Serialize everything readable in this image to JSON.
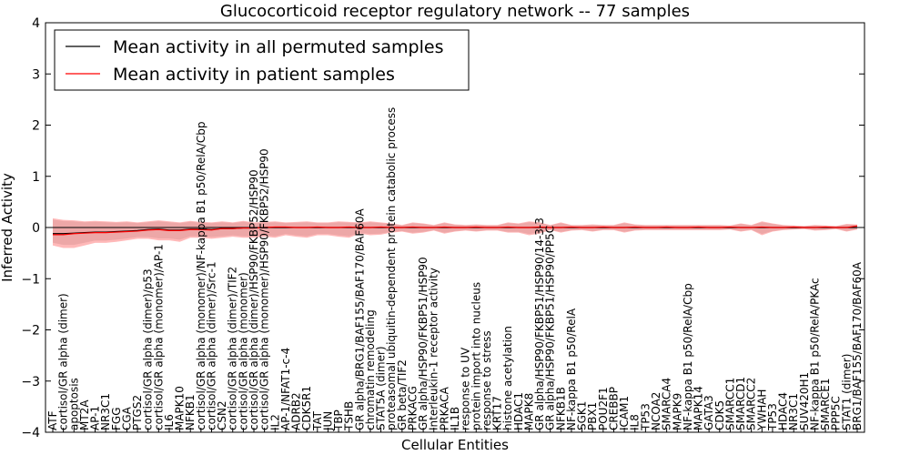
{
  "chart_data": {
    "type": "line",
    "title": "Glucocorticoid receptor regulatory network -- 77 samples",
    "xlabel": "Cellular Entities",
    "ylabel": "Inferred Activity",
    "ylim": [
      -4,
      4
    ],
    "yticks": [
      -4,
      -3,
      -2,
      -1,
      0,
      1,
      2,
      3,
      4
    ],
    "legend_position": "top-left",
    "grid": false,
    "colors": {
      "permuted": "#000000",
      "patient": "#ff0000",
      "band": "#ff8080",
      "permuted_band": "#c8c8c8",
      "zero_line": "#000000"
    },
    "categories": [
      "ATF",
      "cortisol/GR alpha (dimer)",
      "apoptosis",
      "MT2A",
      "AP-1",
      "NR3C1",
      "FGG",
      "CGA",
      "PTGS2",
      "cortisol/GR alpha (dimer)/p53",
      "cortisol/GR alpha (monomer)/AP-1",
      "IL6",
      "MAPK10",
      "NFKB1",
      "cortisol/GR alpha (monomer)/NF-kappa B1 p50/RelA/Cbp",
      "cortisol/GR alpha (dimer)/Src-1",
      "CSN2",
      "cortisol/GR alpha (dimer)/TIF2",
      "cortisol/GR alpha (monomer)",
      "cortisol/GR alpha (dimer)/HSP90/FKBP52/HSP90",
      "cortisol/GR alpha (monomer)/HSP90/FKBP52/HSP90",
      "IL2",
      "AP-1/NFAT1-c-4",
      "ADRB2",
      "CDK5R1",
      "TAT",
      "JUN",
      "TBP",
      "TSHB",
      "GR alpha/BRG1/BAF155/BAF170/BAF60A",
      "chromatin remodeling",
      "STAT5A (dimer)",
      "proteasomal ubiquitin-dependent protein catabolic process",
      "GR beta/TIF2",
      "PRKACG",
      "GR alpha/HSP90/FKBP51/HSP90",
      "Interleukin-1 receptor activity",
      "PRKACA",
      "IL1B",
      "response to UV",
      "protein import into nucleus",
      "response to stress",
      "KRT17",
      "histone acetylation",
      "HDAC1",
      "MAPK8",
      "GR alpha/HSP90/FKBP51/HSP90/14-3-3",
      "GR alpha/HSP90/FKBP51/HSP90/PP5C",
      "NFKB1B",
      "NF-kappa B1 p50/RelA",
      "SGK1",
      "PBX1",
      "POU2F1",
      "CREBBP",
      "ICAM1",
      "IL8",
      "TP53",
      "NCOA2",
      "SMARCA4",
      "MAPK9",
      "NF-kappa B1 p50/RelA/Cbp",
      "MAPK14",
      "GATA3",
      "CDK5",
      "SMARCC1",
      "SMARCD1",
      "SMARCC2",
      "YWHAH",
      "TP53",
      "HDAC4",
      "NR3C1",
      "SUV420H1",
      "NF-kappa B1 p50/RelA/PKAc",
      "SMARCE1",
      "PPP5C",
      "STAT1 (dimer)",
      "BRG1/BAF155/BAF170/BAF60A"
    ],
    "series": [
      {
        "name": "Mean activity in all permuted samples",
        "values": [
          -0.12,
          -0.12,
          -0.11,
          -0.1,
          -0.09,
          -0.09,
          -0.08,
          -0.07,
          -0.06,
          -0.04,
          -0.03,
          -0.05,
          -0.05,
          -0.03,
          -0.03,
          -0.04,
          -0.02,
          -0.02,
          -0.01,
          -0.01,
          0.0,
          0.0,
          0.0,
          0.0,
          0.0,
          0.0,
          0.0,
          0.0,
          0.0,
          0.0,
          0.0,
          0.0,
          0.0,
          0.0,
          0.0,
          0.0,
          0.0,
          0.0,
          0.0,
          0.0,
          0.0,
          0.0,
          0.0,
          0.0,
          0.0,
          0.0,
          0.0,
          0.0,
          0.0,
          0.0,
          0.0,
          0.0,
          0.0,
          0.0,
          0.0,
          0.0,
          0.0,
          0.0,
          0.0,
          0.0,
          0.0,
          0.0,
          0.0,
          0.0,
          0.0,
          0.0,
          0.0,
          0.0,
          0.0,
          0.0,
          0.0,
          0.0,
          0.0,
          0.0,
          0.0,
          0.0,
          0.0
        ]
      },
      {
        "name": "Mean activity in patient samples",
        "values": [
          -0.14,
          -0.14,
          -0.12,
          -0.11,
          -0.1,
          -0.1,
          -0.09,
          -0.08,
          -0.07,
          -0.05,
          -0.04,
          -0.06,
          -0.06,
          -0.04,
          -0.04,
          -0.05,
          -0.02,
          -0.02,
          -0.01,
          -0.01,
          0.0,
          0.01,
          0.01,
          0.0,
          0.0,
          0.01,
          0.0,
          0.0,
          0.01,
          0.0,
          0.0,
          0.01,
          0.0,
          0.0,
          0.01,
          0.0,
          0.0,
          0.01,
          0.0,
          0.0,
          0.01,
          0.0,
          0.0,
          0.01,
          0.0,
          0.0,
          0.01,
          0.0,
          0.0,
          0.01,
          0.0,
          0.0,
          0.01,
          0.0,
          0.0,
          0.01,
          0.0,
          0.0,
          0.01,
          0.0,
          0.0,
          0.01,
          0.0,
          0.0,
          0.01,
          0.0,
          0.0,
          0.01,
          0.0,
          0.0,
          0.01,
          0.0,
          0.0,
          0.01,
          0.0,
          0.0,
          0.03
        ]
      }
    ],
    "band_upper": [
      0.18,
      0.15,
      0.14,
      0.12,
      0.13,
      0.12,
      0.11,
      0.12,
      0.1,
      0.12,
      0.14,
      0.12,
      0.1,
      0.13,
      0.11,
      0.1,
      0.12,
      0.1,
      0.13,
      0.1,
      0.11,
      0.12,
      0.1,
      0.11,
      0.12,
      0.1,
      0.1,
      0.12,
      0.11,
      0.1,
      0.12,
      0.1,
      0.08,
      0.05,
      0.1,
      0.08,
      0.05,
      0.1,
      0.06,
      0.05,
      0.06,
      0.05,
      0.05,
      0.1,
      0.08,
      0.12,
      0.1,
      0.05,
      0.1,
      0.05,
      0.05,
      0.06,
      0.05,
      0.05,
      0.1,
      0.06,
      0.05,
      0.05,
      0.05,
      0.05,
      0.05,
      0.05,
      0.05,
      0.05,
      0.04,
      0.08,
      0.05,
      0.12,
      0.08,
      0.05,
      0.04,
      0.03,
      0.05,
      0.04,
      0.03,
      0.07,
      0.06
    ],
    "band_lower": [
      -0.35,
      -0.4,
      -0.4,
      -0.35,
      -0.3,
      -0.3,
      -0.28,
      -0.25,
      -0.22,
      -0.22,
      -0.25,
      -0.25,
      -0.28,
      -0.2,
      -0.2,
      -0.22,
      -0.2,
      -0.18,
      -0.2,
      -0.2,
      -0.18,
      -0.2,
      -0.15,
      -0.18,
      -0.2,
      -0.15,
      -0.15,
      -0.18,
      -0.2,
      -0.12,
      -0.15,
      -0.14,
      -0.1,
      -0.08,
      -0.12,
      -0.1,
      -0.06,
      -0.12,
      -0.08,
      -0.06,
      -0.08,
      -0.06,
      -0.06,
      -0.1,
      -0.1,
      -0.15,
      -0.12,
      -0.05,
      -0.1,
      -0.06,
      -0.05,
      -0.08,
      -0.05,
      -0.05,
      -0.1,
      -0.06,
      -0.05,
      -0.05,
      -0.05,
      -0.05,
      -0.05,
      -0.05,
      -0.05,
      -0.05,
      -0.04,
      -0.08,
      -0.05,
      -0.15,
      -0.08,
      -0.05,
      -0.04,
      -0.03,
      -0.06,
      -0.05,
      -0.03,
      -0.08,
      -0.04
    ]
  }
}
